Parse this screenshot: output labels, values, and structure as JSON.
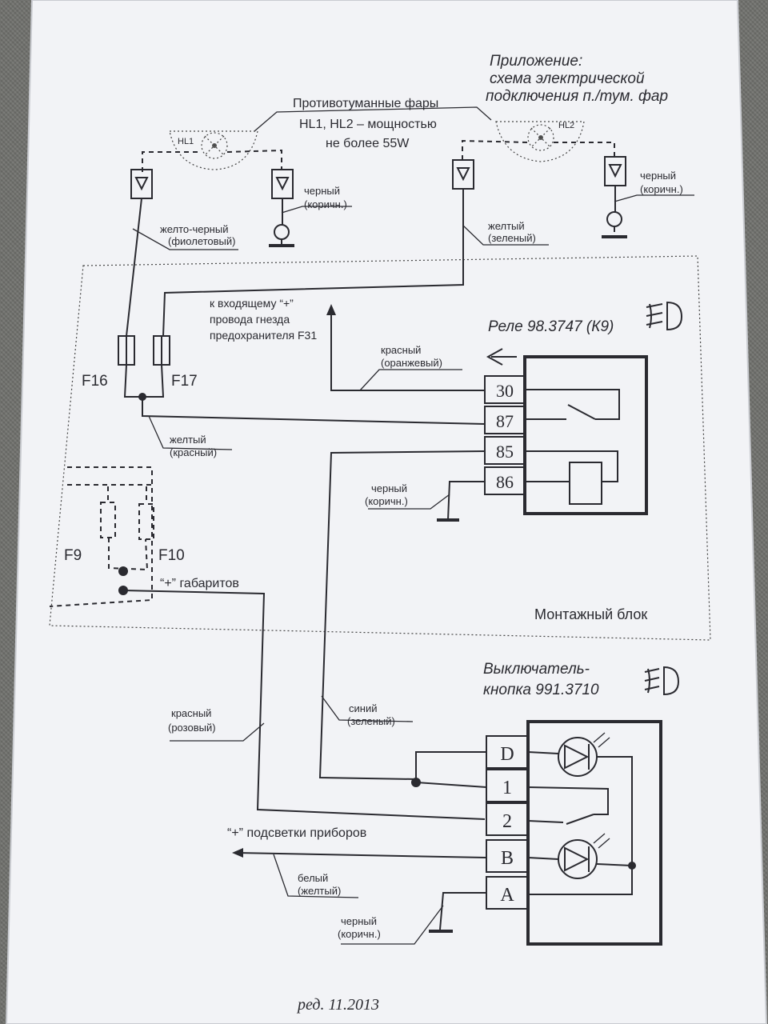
{
  "appendix": {
    "line1": "Приложение:",
    "line2": "схема электрической",
    "line3": "подключения п./тум. фар"
  },
  "fog_lamps": {
    "title": "Противотуманные фары",
    "line2": "HL1, HL2 – мощностью",
    "line3": "не более 55W",
    "hl1": "HL1",
    "hl2": "HL2"
  },
  "wires": {
    "yellow_black_1": "желто-черный",
    "yellow_black_2": "(фиолетовый)",
    "black_hl1_1": "черный",
    "black_hl1_2": "(коричн.)",
    "yellow_hl2_1": "желтый",
    "yellow_hl2_2": "(зеленый)",
    "black_hl2_1": "черный",
    "black_hl2_2": "(коричн.)",
    "red_orange_1": "красный",
    "red_orange_2": "(оранжевый)",
    "yellow_red_1": "желтый",
    "yellow_red_2": "(красный)",
    "black_relay_1": "черный",
    "black_relay_2": "(коричн.)",
    "red_pink_1": "красный",
    "red_pink_2": "(розовый)",
    "blue_green_1": "синий",
    "blue_green_2": "(зеленый)",
    "white_yellow_1": "белый",
    "white_yellow_2": "(желтый)",
    "black_switch_1": "черный",
    "black_switch_2": "(коричн.)"
  },
  "notes": {
    "incoming_1": "к  входящему “+”",
    "incoming_2": "провода гнезда",
    "incoming_3": "предохранителя F31",
    "dimensions": "“+” габаритов",
    "instrument_light": "“+” подсветки приборов"
  },
  "fuses": {
    "f16": "F16",
    "f17": "F17",
    "f9": "F9",
    "f10": "F10"
  },
  "relay": {
    "title": "Реле 98.3747 (К9)",
    "pins": [
      "30",
      "87",
      "85",
      "86"
    ]
  },
  "mounting_block": "Монтажный блок",
  "switch": {
    "title_1": "Выключатель-",
    "title_2": "кнопка 991.3710",
    "pins": [
      "D",
      "1",
      "2",
      "B",
      "A"
    ]
  },
  "footer": "ред.  11.2013",
  "icons": {
    "fog_light_symbol": "fog-light-icon",
    "ground_symbol": "ground-icon",
    "connector_symbol": "connector-icon",
    "led_symbol": "led-icon"
  }
}
